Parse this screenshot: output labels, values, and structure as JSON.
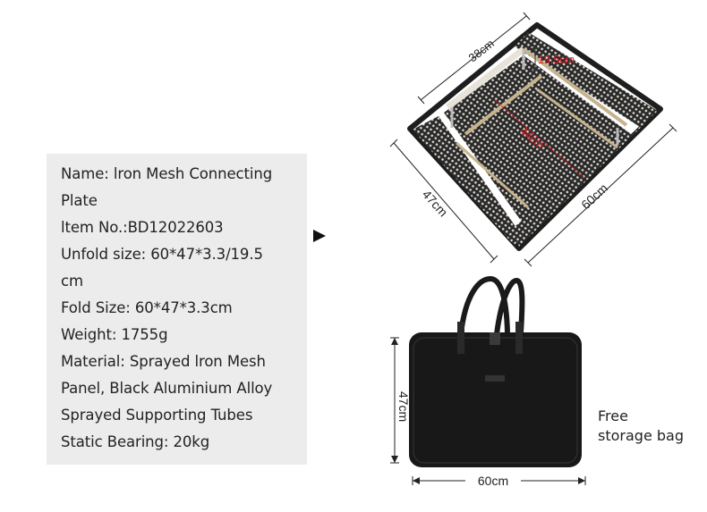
{
  "specs": {
    "lines": [
      "Name: lron Mesh Connecting",
      "Plate",
      "ltem No.:BD12022603",
      "Unfold size: 60*47*3.3/19.5",
      "cm",
      "Fold Size: 60*47*3.3cm",
      "Weight: 1755g",
      "Material: Sprayed lron Mesh",
      "Panel, Black Aluminium Alloy",
      "Sprayed Supporting Tubes",
      "Static Bearing: 20kg"
    ]
  },
  "plate": {
    "dim_top": "38cm",
    "dim_height": "19.5cm",
    "dim_inner": "44cm",
    "dim_left": "47cm",
    "dim_right": "60cm"
  },
  "bag": {
    "dim_height": "47cm",
    "dim_width": "60cm",
    "caption_line1": "Free",
    "caption_line2": "storage bag"
  },
  "colors": {
    "panel_bg": "#ececec",
    "text": "#222222",
    "highlight": "#e8202a",
    "frame": "#1e1e1e"
  }
}
